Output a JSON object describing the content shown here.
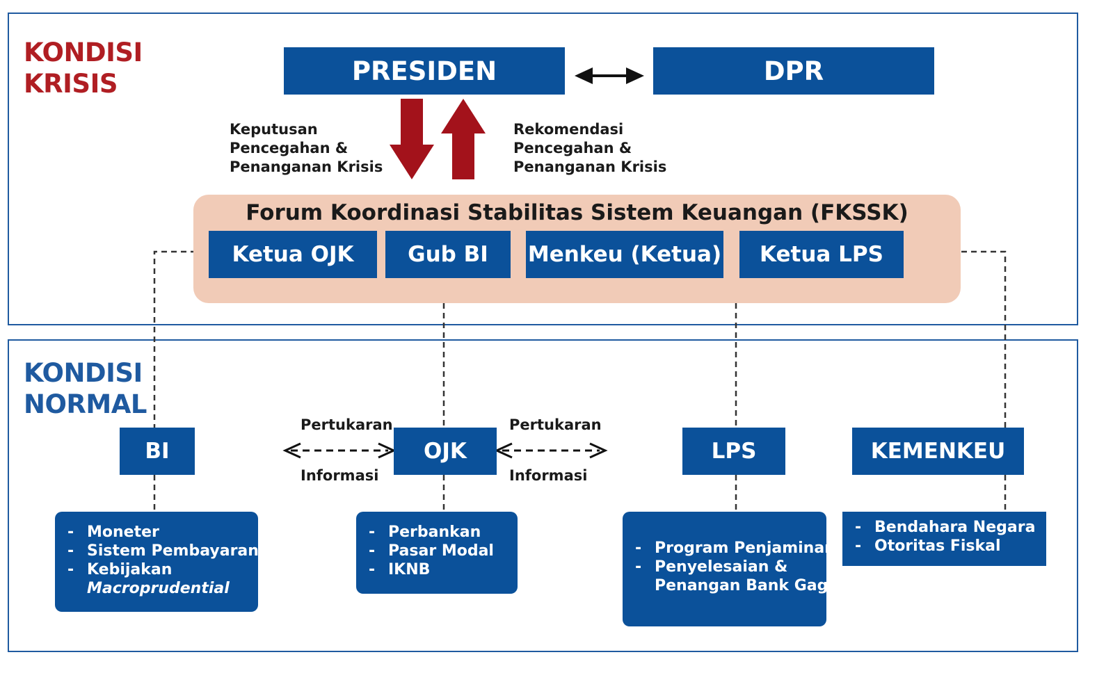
{
  "crisis": {
    "title_line1": "KONDISI",
    "title_line2": "KRISIS",
    "title_color": "#b01e23",
    "presiden": "PRESIDEN",
    "dpr": "DPR",
    "label_left": [
      "Keputusan",
      "Pencegahan &",
      "Penanganan Krisis"
    ],
    "label_right": [
      "Rekomendasi",
      "Pencegahan &",
      "Penanganan Krisis"
    ],
    "fkssk": {
      "title": "Forum Koordinasi Stabilitas Sistem Keuangan (FKSSK)",
      "members": [
        "Ketua OJK",
        "Gub BI",
        "Menkeu (Ketua)",
        "Ketua LPS"
      ]
    }
  },
  "normal": {
    "title_line1": "KONDISI",
    "title_line2": "NORMAL",
    "title_color": "#1f5aa0",
    "institutions": [
      "BI",
      "OJK",
      "LPS",
      "KEMENKEU"
    ],
    "exchange_left": {
      "top": "Pertukaran",
      "bottom": "Informasi"
    },
    "exchange_right": {
      "top": "Pertukaran",
      "bottom": "Informasi"
    },
    "bi_items": [
      "Moneter",
      "Sistem Pembayaran",
      "Kebijakan",
      "Macroprudential"
    ],
    "ojk_items": [
      "Perbankan",
      "Pasar Modal",
      "IKNB"
    ],
    "lps_items": [
      "Program Penjaminan",
      "Penyelesaian &",
      "Penangan Bank Gagal"
    ],
    "kemenkeu_items": [
      "Bendahara Negara",
      "Otoritas Fiskal"
    ]
  },
  "colors": {
    "box_blue": "#0b519a",
    "arrow_red": "#a3121b",
    "fkssk_fill": "#f1cbb7",
    "panel_border": "#1f5aa0"
  },
  "icons": {
    "presiden_dpr_link": "double-headed-arrow-icon",
    "decision_arrow": "arrow-down-icon",
    "recommendation_arrow": "arrow-up-icon",
    "exchange_arrow": "dashed-double-arrow-icon"
  }
}
